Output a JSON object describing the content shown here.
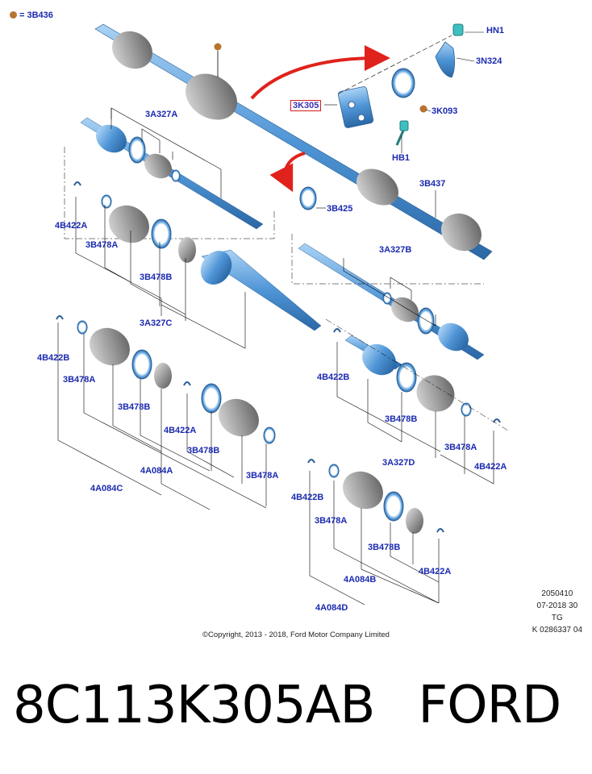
{
  "legend": {
    "symbol": "brown-dot",
    "text": "= 3B436"
  },
  "labels": {
    "hn1": "HN1",
    "n3n324": "3N324",
    "k3k305": "3K305",
    "k3k093": "3K093",
    "hb1": "HB1",
    "a3a327a": "3A327A",
    "b3b437": "3B437",
    "b3b425": "3B425",
    "b4b422a_1": "4B422A",
    "b3b478a_1": "3B478A",
    "b3b478b_1": "3B478B",
    "a3a327c": "3A327C",
    "a3a327b": "3A327B",
    "b4b422b_1": "4B422B",
    "b3b478a_2": "3B478A",
    "b3b478b_2": "3B478B",
    "b4b422a_2": "4B422A",
    "b3b478b_3": "3B478B",
    "a4a084a": "4A084A",
    "b3b478a_3": "3B478A",
    "c4a084c": "4A084C",
    "b4b422b_2": "4B422B",
    "b3b478b_4": "3B478B",
    "d3a327d": "3A327D",
    "b3b478a_4": "3B478A",
    "b4b422a_3": "4B422A",
    "b4b422b_3": "4B422B",
    "b3b478a_5": "3B478A",
    "b3b478b_5": "3B478B",
    "b4b422a_4": "4B422A",
    "b4a084b": "4A084B",
    "d4a084d": "4A084D"
  },
  "meta": {
    "line1": "2050410",
    "line2": "07-2018 30",
    "line3": "TG",
    "line4": "K 0286337 04"
  },
  "copyright": "©Copyright, 2013 - 2018, Ford Motor Company Limited",
  "caption": {
    "part_number": "8C113K305AB",
    "brand": "FORD"
  },
  "colors": {
    "label": "#1b2ab0",
    "part_fill": "#5b9bd5",
    "arrow": "#e0221c",
    "marker": "#b8732f"
  }
}
